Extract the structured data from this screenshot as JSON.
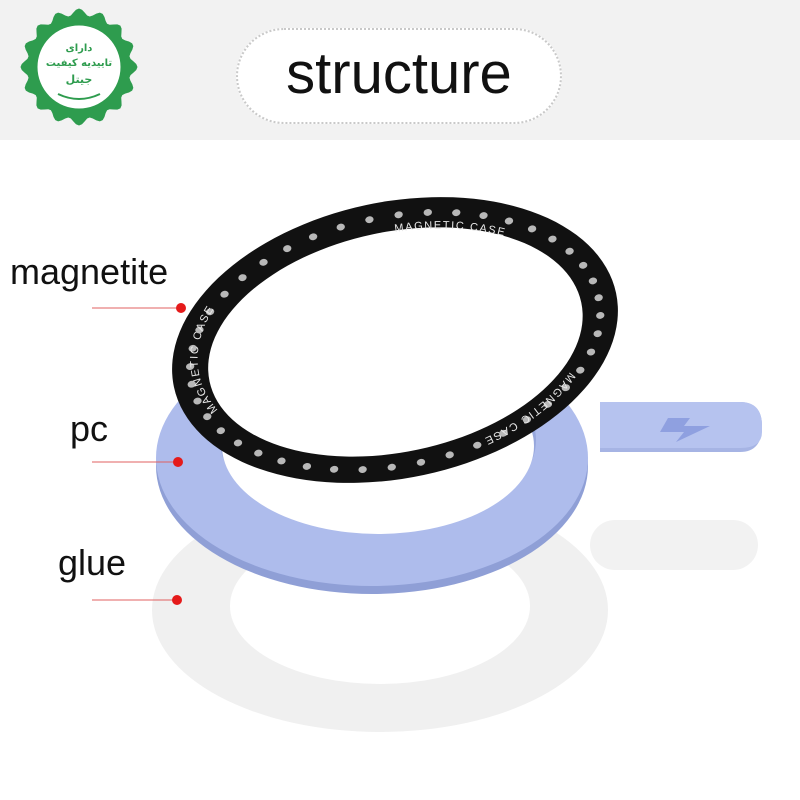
{
  "header": {
    "title": "structure",
    "badge": {
      "line1": "دارای",
      "line2": "تاییدیه کیفیت",
      "line3": "جیتل"
    }
  },
  "rings": {
    "magnet_ring_text": "MAGNETIC CASE",
    "magnet_ring_text_count": 3
  },
  "layers": [
    {
      "label": "magnetite"
    },
    {
      "label": "pc"
    },
    {
      "label": "glue"
    }
  ],
  "icons": {
    "badge": "certified-quality-badge-icon",
    "tab_symbol": "lightning-bolt-icon"
  },
  "colors": {
    "top_band": "#f2f2f2",
    "pointer_line": "#e06060",
    "pointer_dot": "#e51a1a",
    "magnet_ring": "#111111",
    "magnet_dots": "#b8b8b8",
    "pc_ring": "#a9b8e8",
    "pc_ring_edge": "#8f9fd6",
    "glue_ring": "#f1f1f1",
    "badge_green": "#2e9c4e"
  }
}
